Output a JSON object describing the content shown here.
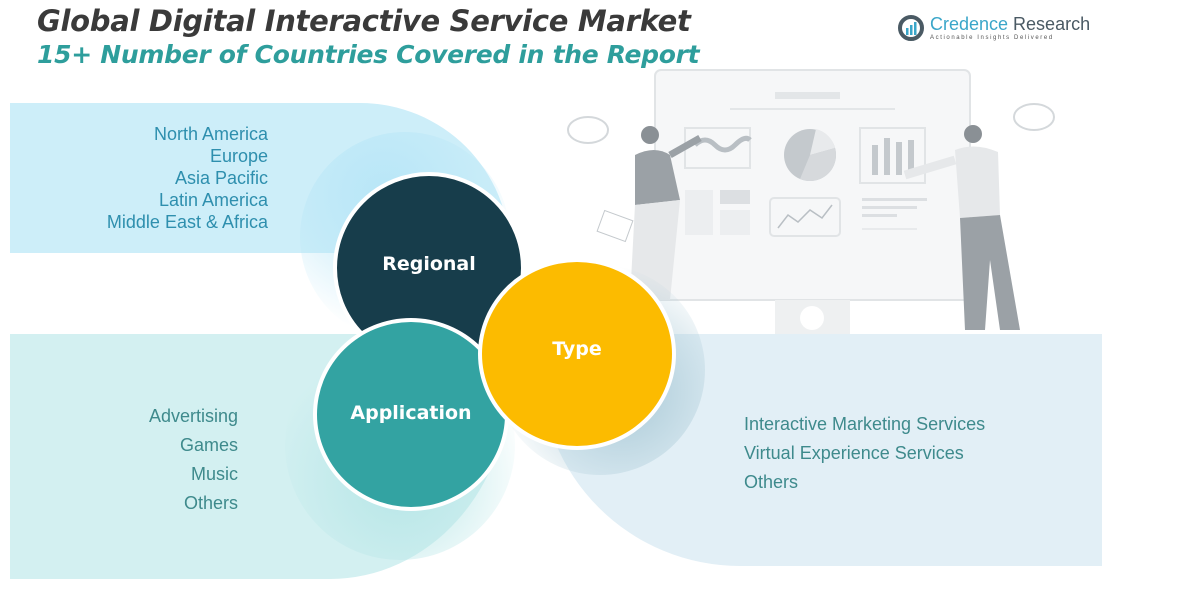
{
  "header": {
    "title": "Global Digital Interactive Service Market",
    "subtitle": "15+ Number of Countries Covered in the Report"
  },
  "logo": {
    "name_part1": "Credence",
    "name_part2": " Research",
    "tagline": "Actionable Insights Delivered",
    "icon": "bar-chart-circle-icon"
  },
  "segments": {
    "regional": {
      "label": "Regional",
      "color": "#173d4b",
      "items": [
        "North America",
        "Europe",
        "Asia Pacific",
        "Latin America",
        "Middle East & Africa"
      ]
    },
    "application": {
      "label": "Application",
      "color": "#33a3a2",
      "items": [
        "Advertising",
        "Games",
        "Music",
        "Others"
      ]
    },
    "type": {
      "label": "Type",
      "color": "#fcbb00",
      "items": [
        "Interactive Marketing Services",
        "Virtual Experience Services",
        "Others"
      ]
    }
  },
  "illustration": {
    "icon": "presentation-dashboard-illustration"
  }
}
